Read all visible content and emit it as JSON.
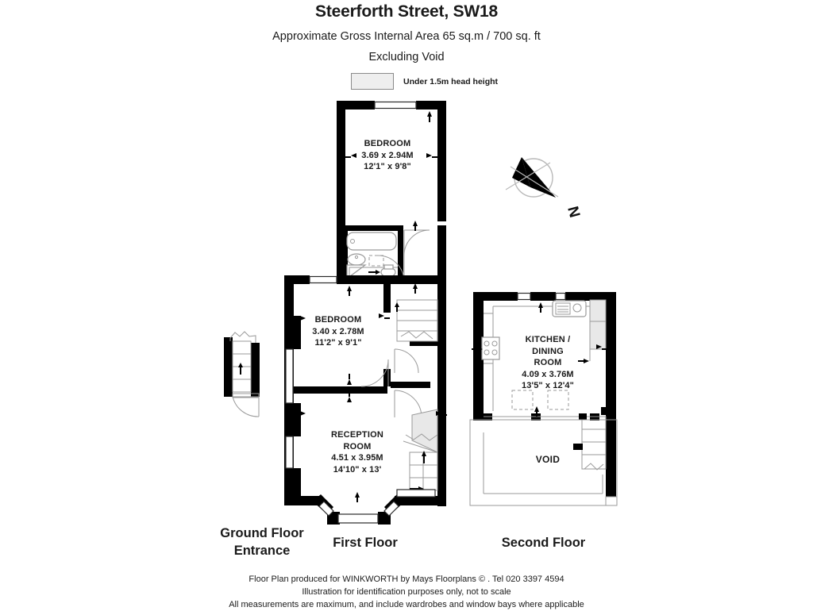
{
  "header": {
    "title": "Steerforth Street, SW18",
    "area_line": "Approximate Gross Internal Area 65 sq.m  /  700 sq. ft",
    "excluding_line": "Excluding Void"
  },
  "legend": {
    "swatch_color": "#eeeeee",
    "swatch_border": "#8a8a8a",
    "label": "Under 1.5m head height"
  },
  "compass": {
    "label": "N"
  },
  "rooms": [
    {
      "id": "bedroom-1",
      "name": "BEDROOM",
      "dim_metric": "3.69 x 2.94M",
      "dim_imperial": "12'1\" x 9'8\"",
      "floor": "First Floor"
    },
    {
      "id": "bedroom-2",
      "name": "BEDROOM",
      "dim_metric": "3.40 x 2.78M",
      "dim_imperial": "11'2\" x 9'1\"",
      "floor": "First Floor"
    },
    {
      "id": "reception-room",
      "name_line1": "RECEPTION",
      "name_line2": "ROOM",
      "dim_metric": "4.51 x 3.95M",
      "dim_imperial": "14'10\" x 13'",
      "floor": "First Floor"
    },
    {
      "id": "kitchen-dining-room",
      "name_line1": "KITCHEN /",
      "name_line2": "DINING",
      "name_line3": "ROOM",
      "dim_metric": "4.09 x 3.76M",
      "dim_imperial": "13'5\" x 12'4\"",
      "floor": "Second Floor"
    }
  ],
  "void": {
    "label": "VOID"
  },
  "floor_captions": {
    "ground": {
      "line1": "Ground Floor",
      "line2": "Entrance"
    },
    "first": {
      "line1": "First Floor"
    },
    "second": {
      "line1": "Second Floor"
    }
  },
  "footer": {
    "line1": "Floor Plan produced for WINKWORTH by Mays Floorplans  © . Tel 020 3397 4594",
    "line2": "Illustration for identification purposes only, not to scale",
    "line3": "All measurements are maximum, and include wardrobes and window bays where applicable"
  },
  "colors": {
    "wall": "#000000",
    "shaded_area": "#e8e8e8",
    "fixture_stroke": "#9a9a9a",
    "text": "#1a1a1a",
    "background": "#ffffff"
  }
}
